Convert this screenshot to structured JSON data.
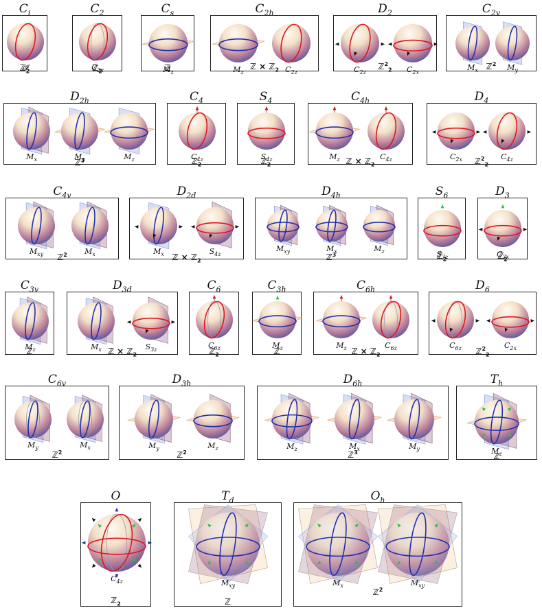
{
  "groups": [
    {
      "id": "Ci",
      "name": "C",
      "sub": "i",
      "cls": "ℤ",
      "clsSup": "",
      "clsSub": "2",
      "panels": [
        {
          "op": "𝓘",
          "opSub": ""
        }
      ]
    },
    {
      "id": "C2",
      "name": "C",
      "sub": "2",
      "cls": "ℤ",
      "clsSup": "",
      "clsSub": "2",
      "panels": [
        {
          "op": "C",
          "opSub": "2z"
        }
      ]
    },
    {
      "id": "Cs",
      "name": "C",
      "sub": "s",
      "cls": "ℤ",
      "clsSup": "",
      "clsSub": "",
      "panels": [
        {
          "op": "M",
          "opSub": "z"
        }
      ]
    },
    {
      "id": "C2h",
      "name": "C",
      "sub": "2h",
      "cls": "ℤ × ℤ",
      "clsSup": "",
      "clsSub": "2",
      "panels": [
        {
          "op": "M",
          "opSub": "z"
        },
        {
          "op": "C",
          "opSub": "2z"
        }
      ]
    },
    {
      "id": "D2",
      "name": "D",
      "sub": "2",
      "cls": "ℤ",
      "clsSup": "2",
      "clsSub": "2",
      "panels": [
        {
          "op": "C",
          "opSub": "2z"
        },
        {
          "op": "C",
          "opSub": "2x"
        }
      ]
    },
    {
      "id": "C2v",
      "name": "C",
      "sub": "2v",
      "cls": "ℤ",
      "clsSup": "2",
      "clsSub": "",
      "panels": [
        {
          "op": "M",
          "opSub": "x"
        },
        {
          "op": "M",
          "opSub": "y"
        }
      ]
    },
    {
      "id": "D2h",
      "name": "D",
      "sub": "2h",
      "cls": "ℤ",
      "clsSup": "3",
      "clsSub": "",
      "panels": [
        {
          "op": "M",
          "opSub": "x"
        },
        {
          "op": "M",
          "opSub": "y"
        },
        {
          "op": "M",
          "opSub": "z"
        }
      ]
    },
    {
      "id": "C4",
      "name": "C",
      "sub": "4",
      "cls": "ℤ",
      "clsSup": "",
      "clsSub": "2",
      "panels": [
        {
          "op": "C",
          "opSub": "4z"
        }
      ]
    },
    {
      "id": "S4",
      "name": "S",
      "sub": "4",
      "cls": "ℤ",
      "clsSup": "",
      "clsSub": "2",
      "panels": [
        {
          "op": "S",
          "opSub": "4z"
        }
      ]
    },
    {
      "id": "C4h",
      "name": "C",
      "sub": "4h",
      "cls": "ℤ × ℤ",
      "clsSup": "",
      "clsSub": "2",
      "panels": [
        {
          "op": "M",
          "opSub": "z"
        },
        {
          "op": "C",
          "opSub": "4z"
        }
      ]
    },
    {
      "id": "D4",
      "name": "D",
      "sub": "4",
      "cls": "ℤ",
      "clsSup": "2",
      "clsSub": "2",
      "panels": [
        {
          "op": "C",
          "opSub": "2x"
        },
        {
          "op": "C",
          "opSub": "4z"
        }
      ]
    },
    {
      "id": "C4v",
      "name": "C",
      "sub": "4v",
      "cls": "ℤ",
      "clsSup": "2",
      "clsSub": "",
      "panels": [
        {
          "op": "M",
          "opSub": "xy"
        },
        {
          "op": "M",
          "opSub": "x"
        }
      ]
    },
    {
      "id": "D2d",
      "name": "D",
      "sub": "2d",
      "cls": "ℤ × ℤ",
      "clsSup": "",
      "clsSub": "2",
      "panels": [
        {
          "op": "M",
          "opSub": "x"
        },
        {
          "op": "S",
          "opSub": "4z"
        }
      ]
    },
    {
      "id": "D4h",
      "name": "D",
      "sub": "4h",
      "cls": "ℤ",
      "clsSup": "3",
      "clsSub": "",
      "panels": [
        {
          "op": "M",
          "opSub": "xy"
        },
        {
          "op": "M",
          "opSub": "x"
        },
        {
          "op": "M",
          "opSub": "z"
        }
      ]
    },
    {
      "id": "S6",
      "name": "S",
      "sub": "6",
      "cls": "ℤ",
      "clsSup": "",
      "clsSub": "2",
      "panels": [
        {
          "op": "S",
          "opSub": "3z"
        }
      ]
    },
    {
      "id": "D3",
      "name": "D",
      "sub": "3",
      "cls": "ℤ",
      "clsSup": "",
      "clsSub": "2",
      "panels": [
        {
          "op": "C",
          "opSub": "2x"
        }
      ]
    },
    {
      "id": "C3v",
      "name": "C",
      "sub": "3v",
      "cls": "ℤ",
      "clsSup": "",
      "clsSub": "",
      "panels": [
        {
          "op": "M",
          "opSub": "z"
        }
      ]
    },
    {
      "id": "D3d",
      "name": "D",
      "sub": "3d",
      "cls": "ℤ × ℤ",
      "clsSup": "",
      "clsSub": "2",
      "panels": [
        {
          "op": "M",
          "opSub": "x"
        },
        {
          "op": "S",
          "opSub": "3z"
        }
      ]
    },
    {
      "id": "C6",
      "name": "C",
      "sub": "6",
      "cls": "ℤ",
      "clsSup": "",
      "clsSub": "2",
      "panels": [
        {
          "op": "C",
          "opSub": "6z"
        }
      ]
    },
    {
      "id": "C3h",
      "name": "C",
      "sub": "3h",
      "cls": "ℤ",
      "clsSup": "",
      "clsSub": "",
      "panels": [
        {
          "op": "M",
          "opSub": "z"
        }
      ]
    },
    {
      "id": "C6h",
      "name": "C",
      "sub": "6h",
      "cls": "ℤ × ℤ",
      "clsSup": "",
      "clsSub": "2",
      "panels": [
        {
          "op": "M",
          "opSub": "z"
        },
        {
          "op": "C",
          "opSub": "6z"
        }
      ]
    },
    {
      "id": "D6",
      "name": "D",
      "sub": "6",
      "cls": "ℤ",
      "clsSup": "2",
      "clsSub": "2",
      "panels": [
        {
          "op": "C",
          "opSub": "6z"
        },
        {
          "op": "C",
          "opSub": "2x"
        }
      ]
    },
    {
      "id": "C6v",
      "name": "C",
      "sub": "6v",
      "cls": "ℤ",
      "clsSup": "2",
      "clsSub": "",
      "panels": [
        {
          "op": "M",
          "opSub": "y"
        },
        {
          "op": "M",
          "opSub": "x"
        }
      ]
    },
    {
      "id": "D3h",
      "name": "D",
      "sub": "3h",
      "cls": "ℤ",
      "clsSup": "2",
      "clsSub": "",
      "panels": [
        {
          "op": "M",
          "opSub": "y"
        },
        {
          "op": "M",
          "opSub": "z"
        }
      ]
    },
    {
      "id": "D6h",
      "name": "D",
      "sub": "6h",
      "cls": "ℤ",
      "clsSup": "3",
      "clsSub": "",
      "panels": [
        {
          "op": "M",
          "opSub": "z"
        },
        {
          "op": "M",
          "opSub": "x"
        },
        {
          "op": "M",
          "opSub": "y"
        }
      ]
    },
    {
      "id": "Th",
      "name": "T",
      "sub": "h",
      "cls": "ℤ",
      "clsSup": "",
      "clsSub": "",
      "panels": [
        {
          "op": "M",
          "opSub": "z"
        }
      ]
    },
    {
      "id": "O",
      "name": "O",
      "sub": "",
      "cls": "ℤ",
      "clsSup": "",
      "clsSub": "2",
      "panels": [
        {
          "op": "C",
          "opSub": "4z"
        }
      ]
    },
    {
      "id": "Td",
      "name": "T",
      "sub": "d",
      "cls": "ℤ",
      "clsSup": "",
      "clsSub": "",
      "panels": [
        {
          "op": "M",
          "opSub": "xy"
        }
      ]
    },
    {
      "id": "Oh",
      "name": "O",
      "sub": "h",
      "cls": "ℤ",
      "clsSup": "2",
      "clsSub": "",
      "panels": [
        {
          "op": "M",
          "opSub": "x"
        },
        {
          "op": "M",
          "opSub": "xy"
        }
      ]
    }
  ],
  "colors": {
    "sphere_top": "#f3e0c8",
    "sphere_bottom": "#3d4a9e",
    "red_circle": "#e0141e",
    "blue_circle": "#2030b0",
    "plane_blue": "#a9b6e6",
    "plane_mauve": "#9a6a8a",
    "plane_peach": "#f4c89c",
    "arrow_black": "#111111",
    "arrow_green": "#27c24a"
  }
}
